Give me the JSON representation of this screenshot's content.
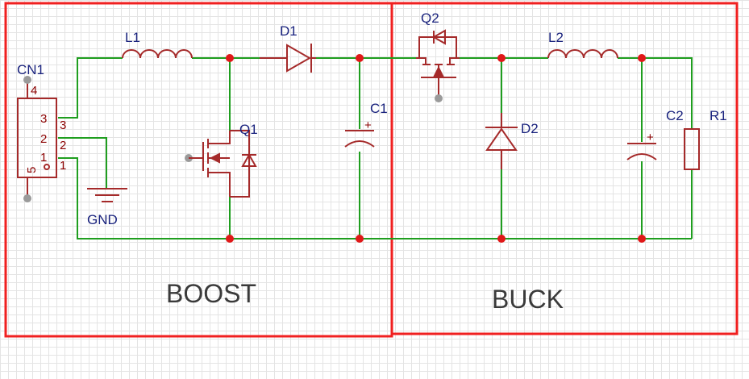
{
  "sections": {
    "boost_label": "BOOST",
    "buck_label": "BUCK"
  },
  "components": {
    "connector": {
      "ref": "CN1",
      "pins": [
        "4",
        "3",
        "2",
        "1",
        "5"
      ],
      "net_pins": [
        "3",
        "2",
        "1"
      ]
    },
    "gnd": {
      "label": "GND"
    },
    "l1": {
      "ref": "L1"
    },
    "d1": {
      "ref": "D1"
    },
    "q1": {
      "ref": "Q1"
    },
    "c1": {
      "ref": "C1",
      "polarity": "+"
    },
    "q2": {
      "ref": "Q2"
    },
    "d2": {
      "ref": "D2"
    },
    "l2": {
      "ref": "L2"
    },
    "c2": {
      "ref": "C2",
      "polarity": "+"
    },
    "r1": {
      "ref": "R1"
    }
  },
  "colors": {
    "wire": "#1f9e1f",
    "symbol": "#a52a2a",
    "junction": "#e01818",
    "label": "#1a237e",
    "section_box": "#f02020"
  }
}
